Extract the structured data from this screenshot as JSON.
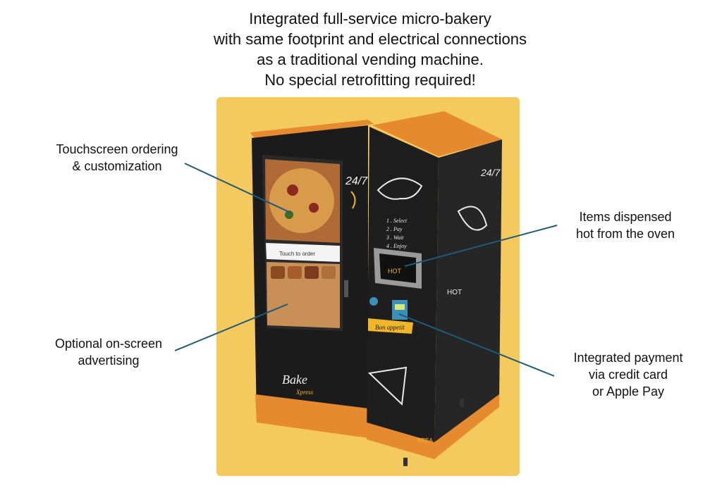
{
  "headline": {
    "lines": [
      "Integrated full-service micro-bakery",
      "with same footprint and electrical connections",
      "as a traditional vending machine.",
      "No special retrofitting required!"
    ]
  },
  "callouts": {
    "touchscreen": [
      "Touchscreen ordering",
      "& customization"
    ],
    "advertising": [
      "Optional on-screen",
      "advertising"
    ],
    "dispensed": [
      "Items dispensed",
      "hot from the oven"
    ],
    "payment": [
      "Integrated payment",
      "via credit card",
      "or Apple Pay"
    ]
  },
  "machine": {
    "screen_prompt": "Touch to order",
    "label_24_7": "24/7",
    "label_24_7_side": "24/7",
    "steps": [
      "1 . Select",
      "2 . Pay",
      "3 . Wait",
      "4 . Enjoy"
    ],
    "hot_label": "HOT",
    "hot_side_label": "HOT",
    "bon_appetit": "Bon appetit",
    "logo_main": "Bake",
    "logo_sub": "Xpress",
    "brand_corner": "BREA"
  },
  "colors": {
    "panel": "#f4c95d",
    "leader": "#1f5a7a",
    "machine_body": "#1b1b1b",
    "machine_trim": "#e58a2e",
    "hot_accent": "#f0b62a"
  }
}
